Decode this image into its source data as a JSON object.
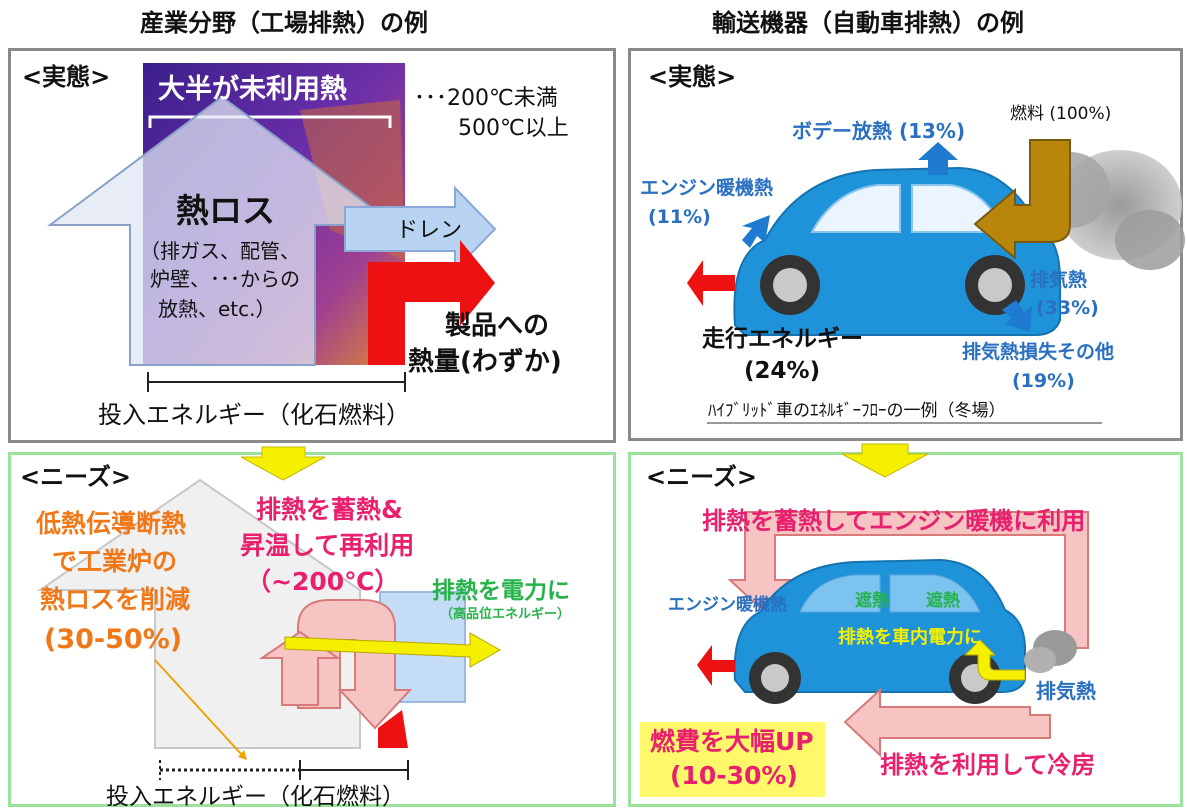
{
  "titles": {
    "left": "産業分野（工場排熱）の例",
    "right": "輸送機器（自動車排熱）の例"
  },
  "industry_actual": {
    "section": "<実態>",
    "unused_heat": "大半が未利用熱",
    "temp_line1": "･･･200℃未満",
    "temp_line2": "500℃以上",
    "heat_loss": "熱ロス",
    "loss_detail_1": "（排ガス、配管、",
    "loss_detail_2": "炉壁、･･･からの",
    "loss_detail_3": "放熱、etc.）",
    "drain": "ドレン",
    "product_1": "製品への",
    "product_2": "熱量(わずか)",
    "input": "投入エネルギー（化石燃料）"
  },
  "industry_needs": {
    "section": "<ニーズ>",
    "insulation_1": "低熱伝導断熱",
    "insulation_2": "で工業炉の",
    "insulation_3": "熱ロスを削減",
    "insulation_4": "(30-50%)",
    "storage_1": "排熱を蓄熱&",
    "storage_2": "昇温して再利用",
    "storage_3": "（~200℃）",
    "power": "排熱を電力に",
    "power_sub": "（高品位エネルギー）",
    "input": "投入エネルギー（化石燃料）"
  },
  "car_actual": {
    "section": "<実態>",
    "body_heat": "ボデー放熱 (13%)",
    "fuel": "燃料 (100%)",
    "engine_warm_1": "エンジン暖機熱",
    "engine_warm_2": "(11%)",
    "exhaust_1": "排気熱",
    "exhaust_2": "(33%)",
    "driving_1": "走行エネルギー",
    "driving_2": "(24%)",
    "exhaust_loss_1": "排気熱損失その他",
    "exhaust_loss_2": "(19%)",
    "caption": "ﾊｲﾌﾞﾘｯﾄﾞ車のｴﾈﾙｷﾞｰﾌﾛｰの一例（冬場）"
  },
  "car_needs": {
    "section": "<ニーズ>",
    "store_warm": "排熱を蓄熱してエンジン暖機に利用",
    "engine_warm": "エンジン暖機熱",
    "shield_1": "遮熱",
    "shield_2": "遮熱",
    "onboard_power": "排熱を車内電力に",
    "exhaust": "排気熱",
    "fuel_up_1": "燃費を大幅UP",
    "fuel_up_2": "(10-30%)",
    "cooling": "排熱を利用して冷房"
  },
  "colors": {
    "blue_text": "#2a6fc0",
    "pink_text": "#e8206e",
    "orange_text": "#f07818",
    "green_text": "#25b34a",
    "car_blue": "#1f93d9",
    "red_arrow": "#ee1111",
    "pink_arrow": "#f7c4c4",
    "yellow_arrow": "#f4f000"
  }
}
